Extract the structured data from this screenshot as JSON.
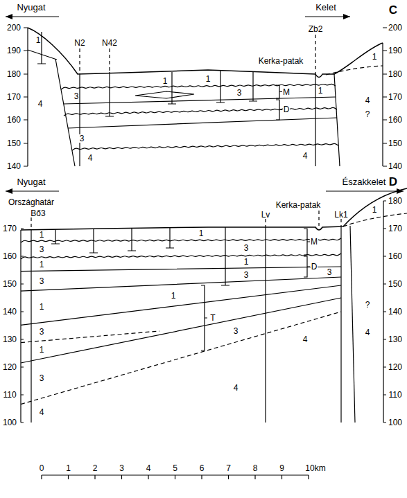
{
  "diagram": {
    "labels": [
      "C",
      "Nyugat",
      "Kelet",
      "Zb2",
      "N2",
      "N42",
      "Kerka-patak",
      "200",
      "190",
      "180",
      "170",
      "160",
      "150",
      "140",
      "200",
      "190",
      "180",
      "170",
      "160",
      "150",
      "140",
      "1",
      "1",
      "1",
      "3",
      "3",
      "M",
      "1",
      "D",
      "3",
      "4",
      "4",
      "4",
      "1",
      "4",
      "?",
      "D",
      "Nyugat",
      "Északkelet",
      "Országhatár",
      "Bő3",
      "Kerka-patak",
      "Lv",
      "Lk1",
      "170",
      "160",
      "150",
      "140",
      "130",
      "120",
      "110",
      "100",
      "180",
      "170",
      "160",
      "150",
      "140",
      "130",
      "120",
      "110",
      "100",
      "1",
      "1",
      "1",
      "3",
      "3",
      "M",
      "1",
      "D",
      "3",
      "3",
      "1",
      "3",
      "1",
      "3",
      "1",
      "3",
      "4",
      "T",
      "1",
      "3",
      "4",
      "4",
      "?",
      "4",
      "0",
      "1",
      "2",
      "3",
      "4",
      "5",
      "6",
      "7",
      "8",
      "9",
      "10km"
    ]
  }
}
